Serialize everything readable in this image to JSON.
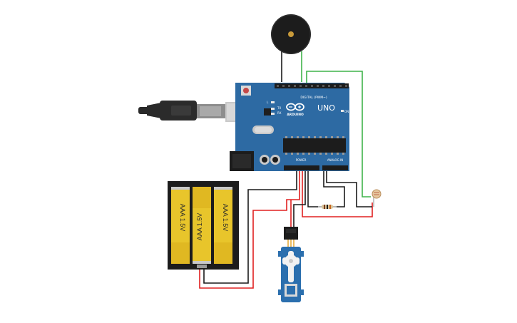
{
  "arduino": {
    "brand": "ARDUINO",
    "model": "UNO",
    "digital_header": "DIGITAL (PWM~)",
    "analog_header": "ANALOG IN",
    "power_header": "POWER",
    "led_labels": [
      "L",
      "TX",
      "RX"
    ],
    "on_label": "ON",
    "board_color": "#2d6aa3"
  },
  "battery": {
    "cells": [
      "AAA 1.5V",
      "AAA 1.5V",
      "AAA 1.5V"
    ],
    "cell_color": "#e8c52b"
  },
  "wires": {
    "red": "#e02020",
    "black": "#1a1a1a",
    "green": "#3fb34a"
  }
}
